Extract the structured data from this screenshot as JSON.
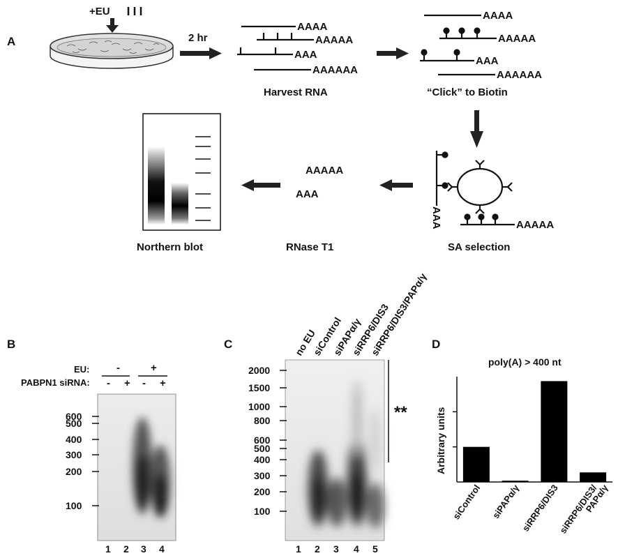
{
  "panel_labels": {
    "a": "A",
    "b": "B",
    "c": "C",
    "d": "D"
  },
  "panel_a": {
    "eu_label": "+EU",
    "time_label": "2 hr",
    "harvest_label": "Harvest RNA",
    "click_label": "“Click” to Biotin",
    "sa_label": "SA selection",
    "rnase_label": "RNase T1",
    "northern_label": "Northern blot",
    "tails": {
      "a4": "AAAA",
      "a5": "AAAAA",
      "a3": "AAA",
      "a6": "AAAAAA",
      "bead_tail": "AAA"
    }
  },
  "panel_b": {
    "eu_row_label": "EU:",
    "pabpn1_row_label": "PABPN1 siRNA:",
    "eu_states": [
      "-",
      "+"
    ],
    "sirna_states": [
      "-",
      "+",
      "-",
      "+"
    ],
    "size_markers": [
      "600",
      "500",
      "400",
      "300",
      "200",
      "100"
    ],
    "lanes": [
      "1",
      "2",
      "3",
      "4"
    ]
  },
  "panel_c": {
    "lane_labels": [
      "no EU",
      "siControl",
      "siPAPα/γ",
      "siRRP6/DIS3",
      "siRRP6/DIS3/PAPα/γ"
    ],
    "size_markers": [
      "2000",
      "1500",
      "1000",
      "800",
      "600",
      "500",
      "400",
      "300",
      "200",
      "100"
    ],
    "lanes": [
      "1",
      "2",
      "3",
      "4",
      "5"
    ],
    "significance": "**"
  },
  "chart_data": {
    "type": "bar",
    "title": "poly(A) > 400 nt",
    "ylabel": "Arbitrary units",
    "xlabel": "",
    "categories": [
      "siControl",
      "siPAPα/γ",
      "siRRP6/DIS3",
      "siRRP6/DIS3/ PAPα/γ"
    ],
    "values": [
      0.55,
      0.02,
      1.58,
      0.15
    ],
    "ylim": [
      0,
      1.65
    ],
    "grid": false
  }
}
